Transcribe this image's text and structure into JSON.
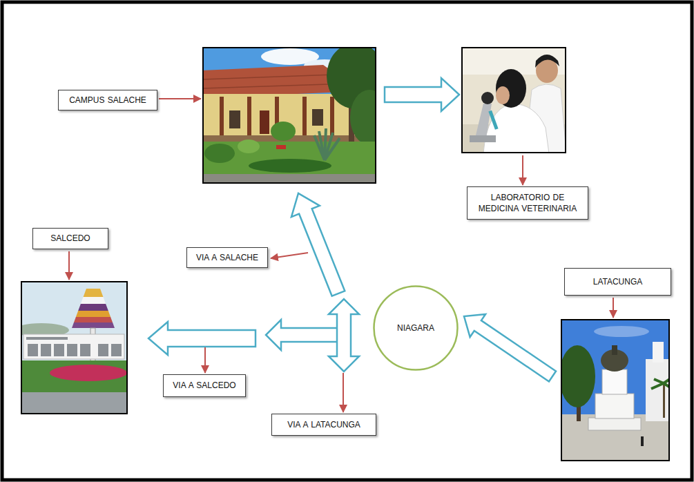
{
  "diagram": {
    "nodes": [
      {
        "text": [
          "CAMPUS SALACHE"
        ]
      },
      {
        "text": [
          "LABORATORIO DE MEDICINA VETERINARIA"
        ]
      },
      {
        "text": [
          "SALCEDO"
        ]
      },
      {
        "text": [
          "VIA A SALACHE"
        ]
      },
      {
        "text": [
          "LATACUNGA"
        ]
      },
      {
        "text": [
          "NIAGARA"
        ]
      },
      {
        "text": [
          "VIA A SALCEDO"
        ]
      },
      {
        "text": [
          "VIA A LATACUNGA"
        ]
      }
    ]
  }
}
